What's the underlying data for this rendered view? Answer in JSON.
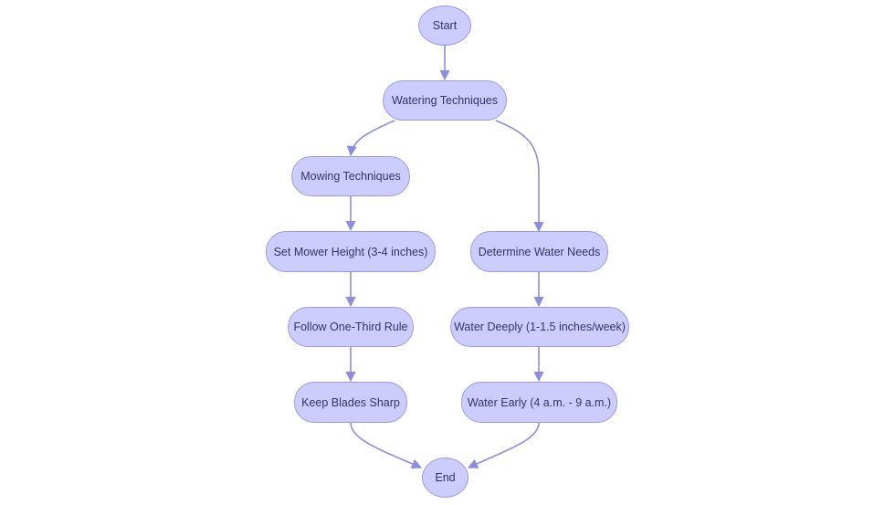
{
  "diagram": {
    "nodes": {
      "start": "Start",
      "watering_techniques": "Watering Techniques",
      "mowing_techniques": "Mowing Techniques",
      "set_mower_height": "Set Mower Height (3-4 inches)",
      "follow_one_third": "Follow One-Third Rule",
      "keep_blades_sharp": "Keep Blades Sharp",
      "determine_water_needs": "Determine Water Needs",
      "water_deeply": "Water Deeply (1-1.5 inches/week)",
      "water_early": "Water Early (4 a.m. - 9 a.m.)",
      "end": "End"
    },
    "edges": [
      [
        "start",
        "watering_techniques"
      ],
      [
        "watering_techniques",
        "mowing_techniques"
      ],
      [
        "watering_techniques",
        "determine_water_needs"
      ],
      [
        "mowing_techniques",
        "set_mower_height"
      ],
      [
        "set_mower_height",
        "follow_one_third"
      ],
      [
        "follow_one_third",
        "keep_blades_sharp"
      ],
      [
        "determine_water_needs",
        "water_deeply"
      ],
      [
        "water_deeply",
        "water_early"
      ],
      [
        "keep_blades_sharp",
        "end"
      ],
      [
        "water_early",
        "end"
      ]
    ],
    "colors": {
      "node_fill": "#ccccff",
      "node_border": "#9a9ae6",
      "edge": "#8c8ce0",
      "text": "#333366"
    }
  }
}
